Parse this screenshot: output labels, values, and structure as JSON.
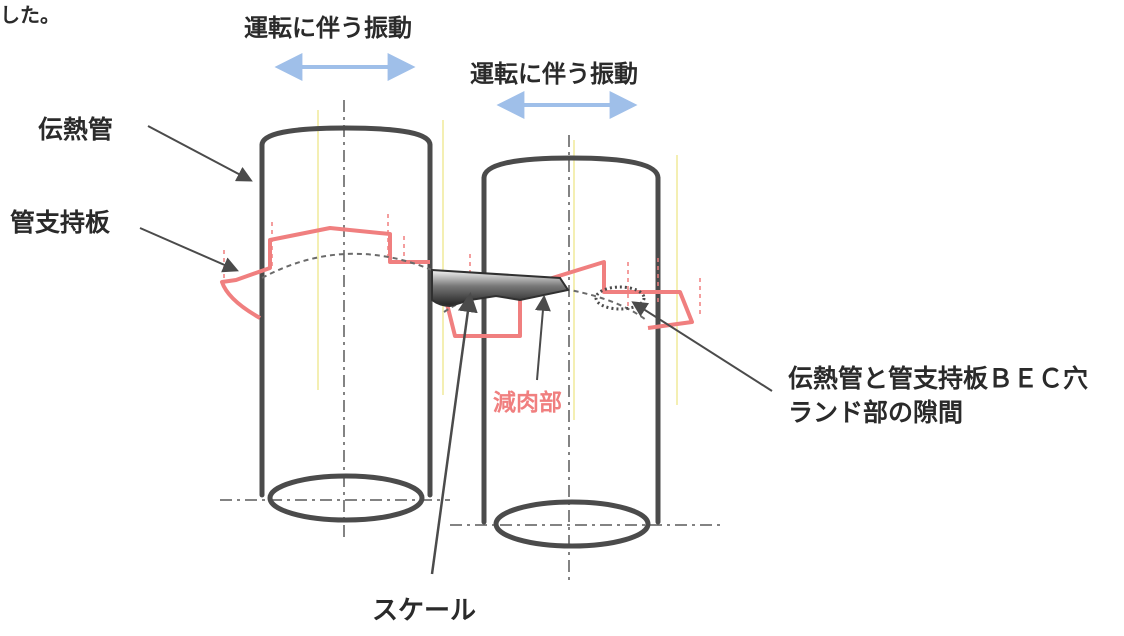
{
  "header_fragment": "した。",
  "vibration_label_1": "運転に伴う振動",
  "vibration_label_2": "運転に伴う振動",
  "tube_label": "伝熱管",
  "support_plate_label": "管支持板",
  "thinning_label": "減肉部",
  "gap_label_line1": "伝熱管と管支持板ＢＥＣ穴",
  "gap_label_line2": "ランド部の隙間",
  "scale_label": "スケール",
  "colors": {
    "tube": "#4b4b4b",
    "support_plate": "#f07f7f",
    "vibration_arrow": "#9fbfe9",
    "scale": "#303030",
    "guide_yellow": "#f4efb3"
  }
}
